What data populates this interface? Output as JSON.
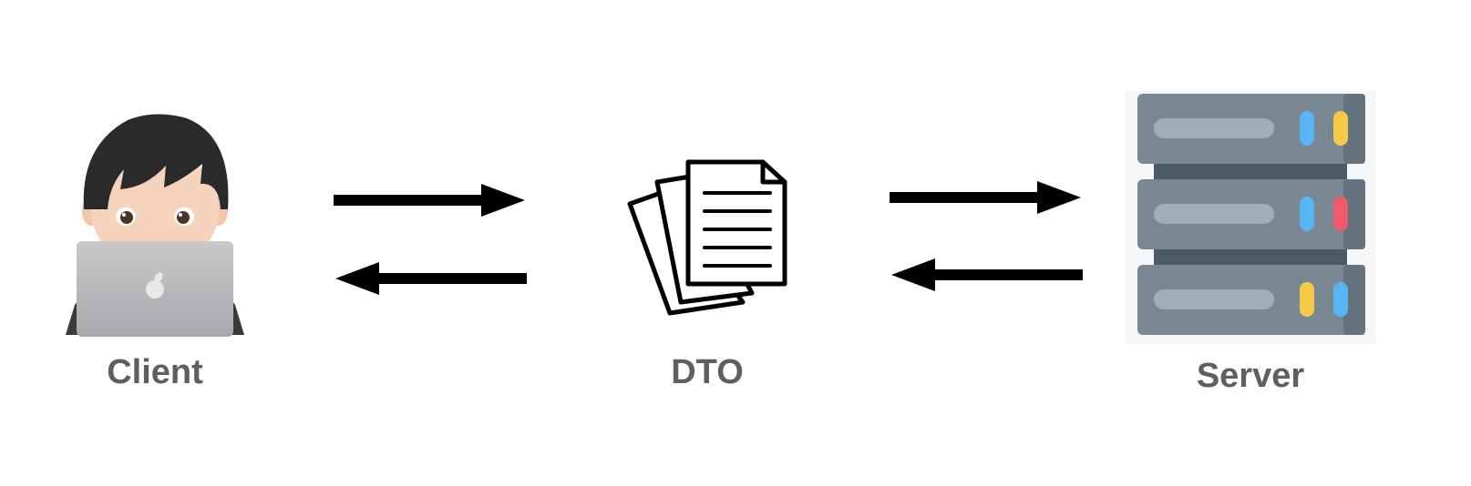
{
  "nodes": {
    "client": {
      "label": "Client",
      "icon": "person-with-laptop-icon"
    },
    "dto": {
      "label": "DTO",
      "icon": "documents-icon"
    },
    "server": {
      "label": "Server",
      "icon": "server-rack-icon"
    }
  },
  "edges": [
    {
      "from": "Client",
      "to": "DTO",
      "direction": "right"
    },
    {
      "from": "DTO",
      "to": "Client",
      "direction": "left"
    },
    {
      "from": "DTO",
      "to": "Server",
      "direction": "right"
    },
    {
      "from": "Server",
      "to": "DTO",
      "direction": "left"
    }
  ],
  "colors": {
    "label": "#5f5f5f",
    "arrow": "#000000",
    "server_body": "#7a8894",
    "server_dark": "#4b5a64",
    "led_blue": "#58b5f5",
    "led_yellow": "#f7c948",
    "led_red": "#f05a6a"
  }
}
